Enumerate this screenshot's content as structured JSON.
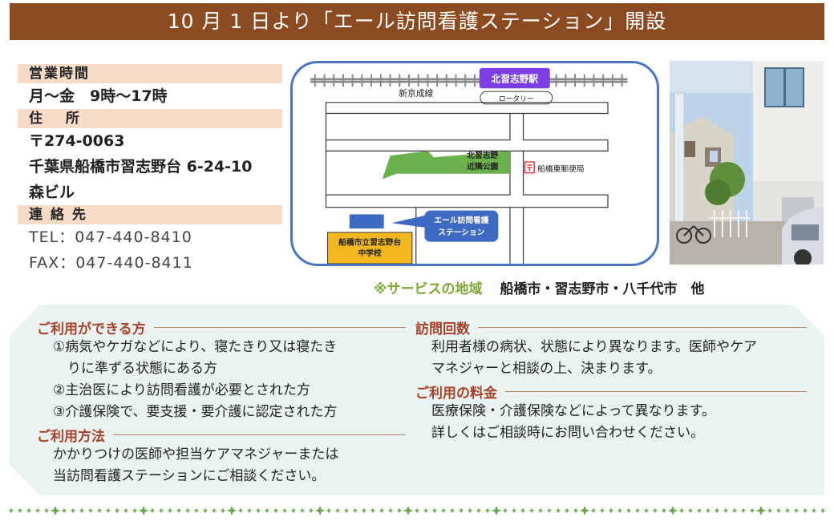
{
  "banner": {
    "title": "10 月 1 日より「エール訪問看護ステーション」開設"
  },
  "info": {
    "hours_label": "営業時間",
    "hours_value": "月〜金　9時〜17時",
    "address_label": "住　 所",
    "postal": "〒274-0063",
    "address": "千葉県船橋市習志野台 6-24-10",
    "building": "森ビル",
    "contact_label": "連 絡 先",
    "tel": "TEL：047-440-8410",
    "fax": "FAX：047-440-8411"
  },
  "map": {
    "station": "北習志野駅",
    "railway": "新京成線",
    "rotary": "ロータリー",
    "park_line1": "北習志野",
    "park_line2": "近隣公園",
    "post_office": "船橋東郵便局",
    "callout_line1": "エール訪問看護",
    "callout_line2": "ステーション",
    "school_line1": "船橋市立習志野台",
    "school_line2": "中学校"
  },
  "service_area": {
    "label": "※サービスの地域",
    "value": "船橋市・習志野市・八千代市　他"
  },
  "sections": {
    "eligible": {
      "title": "ご利用ができる方",
      "item1_a": "①病気やケガなどにより、寝たきり又は寝たき",
      "item1_b": "りに準ずる状態にある方",
      "item2": "②主治医により訪問看護が必要とされた方",
      "item3": "③介護保険で、要支援・要介護に認定された方"
    },
    "method": {
      "title": "ご利用方法",
      "line1": "かかりつけの医師や担当ケアマネジャーまたは",
      "line2": "当訪問看護ステーションにご相談ください。"
    },
    "visits": {
      "title": "訪問回数",
      "line1": "利用者様の病状、状態により異なります。医師やケア",
      "line2": "マネジャーと相談の上、決まります。"
    },
    "fee": {
      "title": "ご利用の料金",
      "line1": "医療保険・介護保険などによって異なります。",
      "line2": "詳しくはご相談時にお問い合わせください。"
    }
  },
  "colors": {
    "banner": "#8b4a1f",
    "label_bg": "#f8dcc8",
    "section_title": "#a8412a",
    "service_label": "#7fa838",
    "panel_bg": "#e9f3f2",
    "map_border": "#4a74c4",
    "station_bg": "#7b3fe4"
  }
}
